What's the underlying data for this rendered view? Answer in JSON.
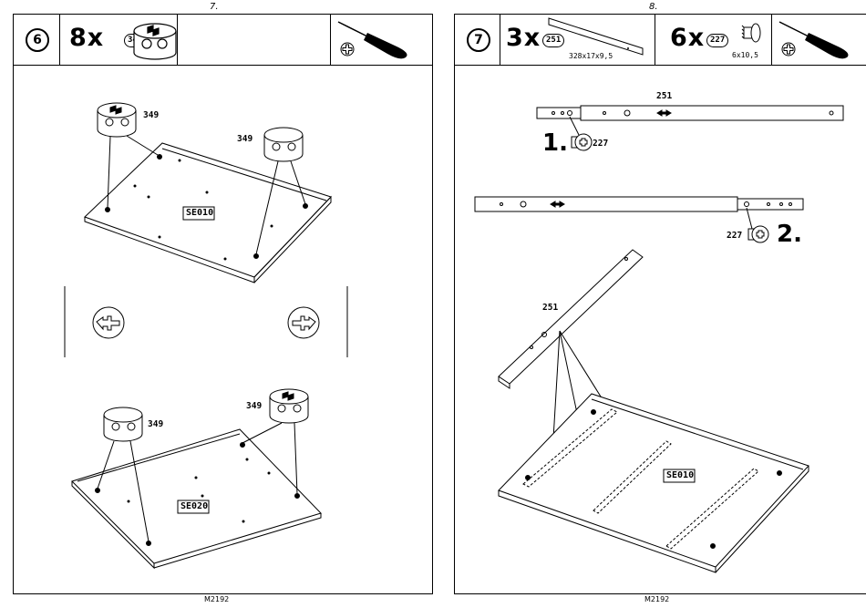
{
  "pages": [
    {
      "page_number": "7.",
      "footer": "M2192",
      "header": {
        "step": "6",
        "quantity": "8x",
        "part": "349"
      },
      "top_panel": {
        "label": "SE010",
        "callout_left": "349",
        "callout_right": "349"
      },
      "bottom_panel": {
        "label": "SE020",
        "callout_left": "349",
        "callout_right": "349"
      }
    },
    {
      "page_number": "8.",
      "footer": "M2192",
      "header": {
        "step": "7",
        "quantity_rail": "3x",
        "part_rail": "251",
        "rail_dims": "328x17x9,5",
        "quantity_screw": "6x",
        "part_screw": "227",
        "screw_dims": "6x10,5"
      },
      "step1": {
        "number": "1.",
        "rail_label": "251",
        "screw_label": "227"
      },
      "step2": {
        "number": "2.",
        "screw_label": "227"
      },
      "assembly": {
        "rail_label": "251",
        "panel_label": "SE010"
      }
    }
  ],
  "icons": [
    "screwdriver-icon",
    "phillips-head-icon",
    "cam-lock-349-icon",
    "drawer-rail-251-icon",
    "screw-227-icon",
    "cam-rotate-left-icon",
    "cam-rotate-right-icon"
  ]
}
